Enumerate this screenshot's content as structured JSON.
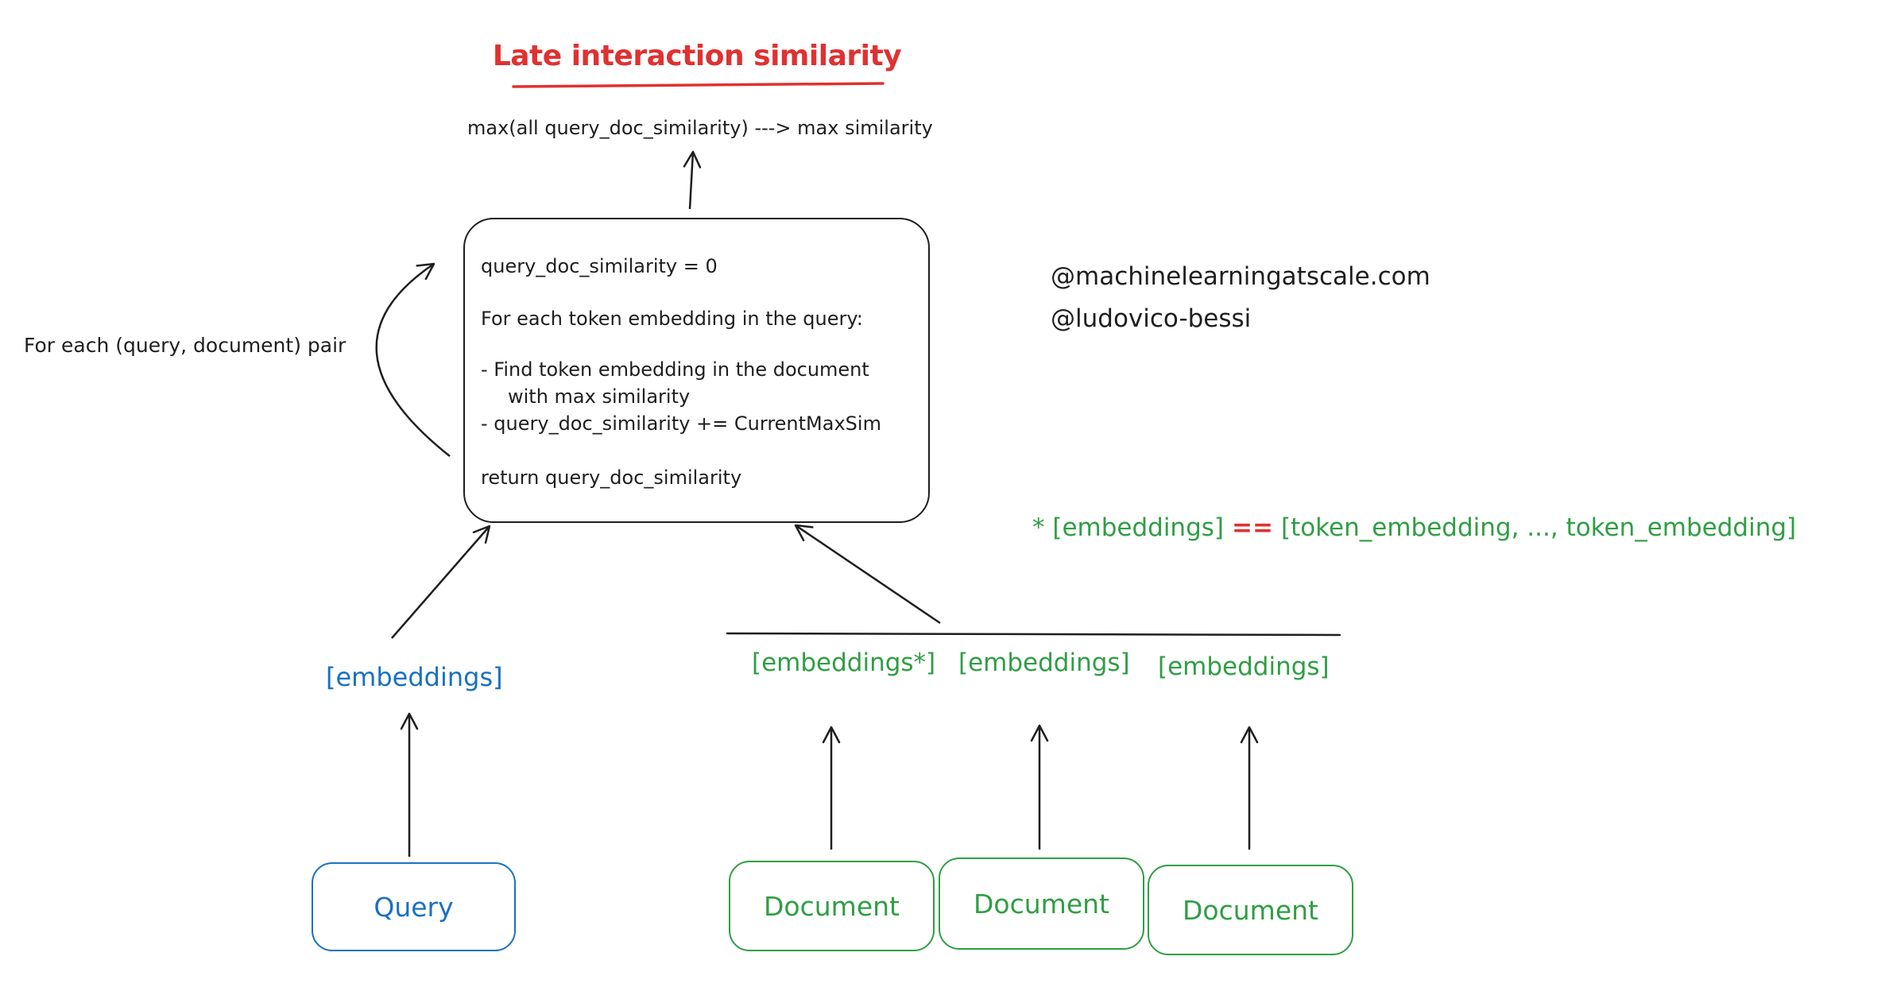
{
  "colors": {
    "ink": "#1e1e1e",
    "red": "#e03131",
    "blue": "#1971c2",
    "green": "#2f9e44",
    "background": "#ffffff"
  },
  "title": {
    "text": "Late interaction similarity"
  },
  "max_note": {
    "text": "max(all query_doc_similarity) ---> max similarity"
  },
  "loop_label": {
    "text": "For each (query, document) pair"
  },
  "handles": {
    "line1": "@machinelearningatscale.com",
    "line2": "@ludovico-bessi"
  },
  "algorithm": {
    "line1": "query_doc_similarity = 0",
    "line2": "For each token embedding in the query:",
    "line3": "- Find token embedding in the document",
    "line4": "with max similarity",
    "line5": "- query_doc_similarity += CurrentMaxSim",
    "line6": "return query_doc_similarity"
  },
  "legend": {
    "left": "* [embeddings]",
    "equals": "==",
    "right": "[token_embedding, ..., token_embedding]"
  },
  "query_branch": {
    "embeddings_label": "[embeddings]",
    "box_label": "Query"
  },
  "document_branch": {
    "embeddings_labels": [
      "[embeddings*]",
      "[embeddings]",
      "[embeddings]"
    ],
    "box_labels": [
      "Document",
      "Document",
      "Document"
    ]
  }
}
